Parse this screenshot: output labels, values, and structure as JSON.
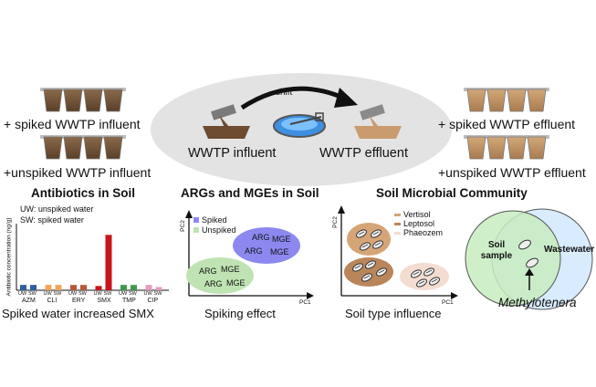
{
  "top": {
    "left_labels": [
      "+ spiked WWTP influent",
      "+unspiked WWTP influent"
    ],
    "right_labels": [
      "+ spiked WWTP effluent",
      "+unspiked WWTP effluent"
    ],
    "center": {
      "shift": "shift",
      "influent": "WWTP influent",
      "effluent": "WWTP effluent"
    }
  },
  "panels": {
    "antibiotics": {
      "title": "Antibiotics in Soil",
      "legend": [
        "UW: unspiked water",
        "SW: spiked water"
      ],
      "ylabel": "Antibiotic concentration (ng/g)",
      "caption": "Spiked water increased SMX"
    },
    "args": {
      "title": "ARGs and MGEs in Soil",
      "pc2": "PC2",
      "pc1": "PC1",
      "legend": [
        "Spiked",
        "Unspiked"
      ],
      "spiked_labels": [
        "ARG",
        "MGE",
        "ARG",
        "MGE"
      ],
      "unspiked_labels": [
        "ARG",
        "MGE",
        "ARG",
        "MGE"
      ],
      "caption": "Spiking effect"
    },
    "community": {
      "title": "Soil Microbial Community",
      "pc2": "PC2",
      "pc1": "PC1",
      "legend": [
        "Vertisol",
        "Leptosol",
        "Phaeozem"
      ],
      "caption": "Soil type influence",
      "venn_left": "Soil sample",
      "venn_right": "Wastewater",
      "genus": "Methylotenera"
    }
  },
  "chart_data": {
    "type": "bar",
    "categories": [
      "AZM",
      "CLI",
      "ERY",
      "SMX",
      "TMP",
      "CIP"
    ],
    "series": [
      {
        "name": "UW",
        "values": [
          0.5,
          0.5,
          0.5,
          0.4,
          0.5,
          0.5
        ]
      },
      {
        "name": "SW",
        "values": [
          0.5,
          0.5,
          0.5,
          5.2,
          0.5,
          0.3
        ]
      }
    ],
    "sub_labels": [
      "UW",
      "SW"
    ],
    "colors": [
      "#2e5f9e",
      "#f0a45b",
      "#b65a3a",
      "#c8141b",
      "#3d9a4b",
      "#e89ac0"
    ],
    "ylim": [
      0,
      6
    ],
    "ylabel": "Antibiotic concentration (ng/g)"
  },
  "colors": {
    "ellipse_gray": "#e3e3e3",
    "spiked": "#8c88f0",
    "unspiked": "#bfe3b2",
    "vertisol": "#d6a577",
    "leptosol": "#b9855a",
    "phaeozem": "#f3dcd0",
    "venn_left": "#c7ecc0",
    "venn_right": "#d9ecff"
  }
}
